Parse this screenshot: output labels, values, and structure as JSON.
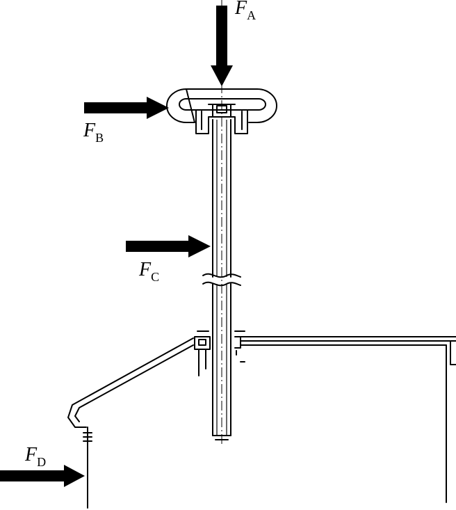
{
  "labels": {
    "fa": {
      "main": "F",
      "sub": "A"
    },
    "fb": {
      "main": "F",
      "sub": "B"
    },
    "fc": {
      "main": "F",
      "sub": "C"
    },
    "fd": {
      "main": "F",
      "sub": "D"
    }
  },
  "colors": {
    "ink": "#000000",
    "background": "#ffffff"
  }
}
